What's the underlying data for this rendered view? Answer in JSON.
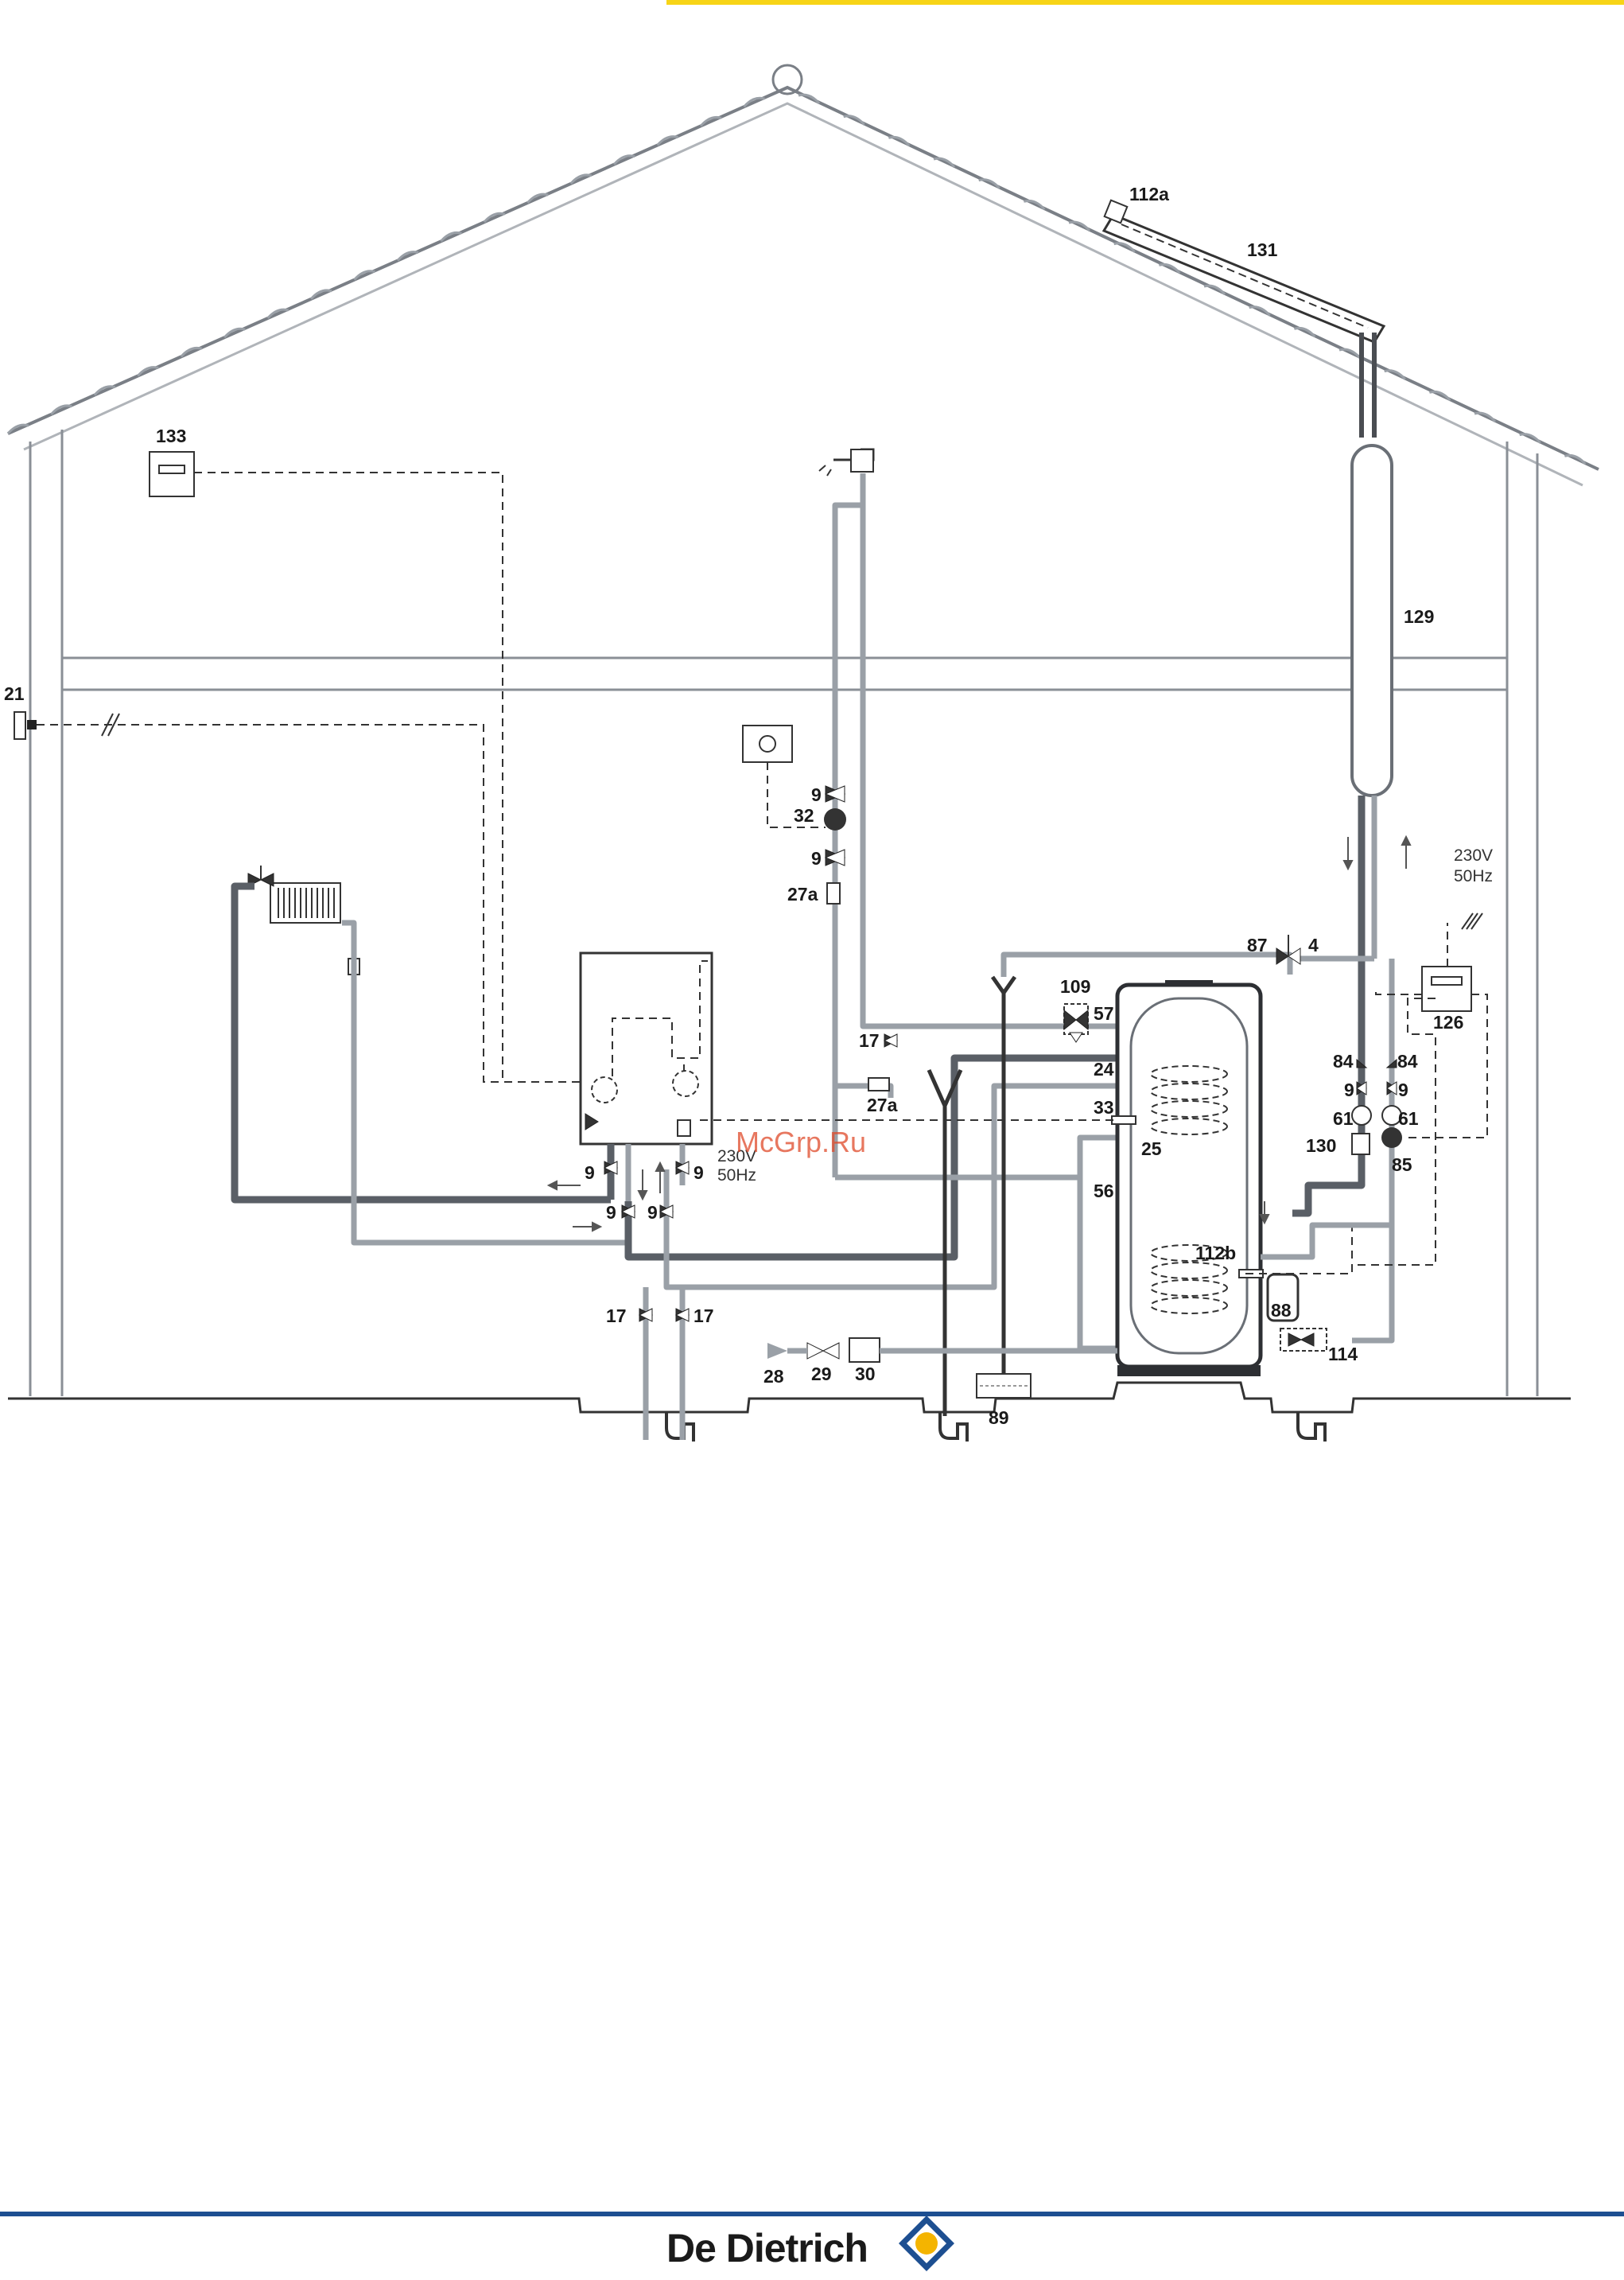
{
  "brand": {
    "name": "De Dietrich",
    "diamond_color": "#1d4f91",
    "dot_color": "#f4b400"
  },
  "header_rule_color": "#f7d417",
  "footer_rule_color": "#1d4f91",
  "watermark": "McGrp.Ru",
  "power_labels": {
    "boiler_voltage": "230V",
    "boiler_freq": "50Hz",
    "solar_voltage": "230V",
    "solar_freq": "50Hz"
  },
  "labels": {
    "l112a": "112a",
    "l131": "131",
    "l133": "133",
    "l129": "129",
    "l21": "21",
    "l9a": "9",
    "l32": "32",
    "l9b": "9",
    "l27a_top": "27a",
    "l87": "87",
    "l4": "4",
    "l109": "109",
    "l57": "57",
    "l126": "126",
    "l17_mid": "17",
    "l24": "24",
    "l27a_mid": "27a",
    "l33": "33",
    "l25": "25",
    "l56": "56",
    "l84_left": "84",
    "l84_right": "84",
    "l9_left": "9",
    "l9_right": "9",
    "l61_left": "61",
    "l61_right": "61",
    "l130": "130",
    "l85": "85",
    "l112b": "112b",
    "l88": "88",
    "l114": "114",
    "l9_boiler_a": "9",
    "l9_boiler_b": "9",
    "l9_boiler_c": "9",
    "l9_boiler_d": "9",
    "l17_left": "17",
    "l17_right": "17",
    "l28": "28",
    "l29": "29",
    "l30": "30",
    "l89": "89"
  }
}
